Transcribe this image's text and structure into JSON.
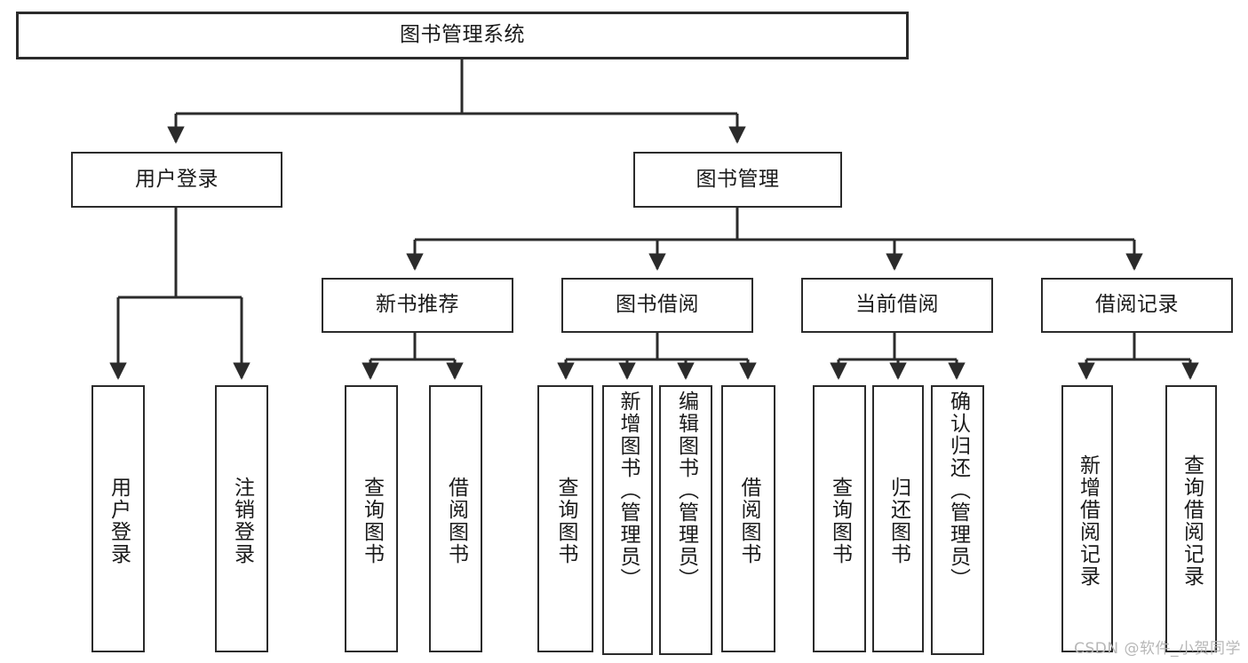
{
  "diagram": {
    "title_text": "图书管理系统",
    "type": "hierarchy-tree",
    "watermark": "CSDN @软件_小贺同学",
    "colors": {
      "box_border": "#2b2b2b",
      "box_fill": "#ffffff",
      "edge": "#2b2b2b",
      "text": "#1a1a1a",
      "watermark": "#b7b7b7",
      "background": "#ffffff"
    },
    "levels": {
      "root": "图书管理系统",
      "level2": [
        "用户登录",
        "图书管理"
      ],
      "level3": [
        "新书推荐",
        "图书借阅",
        "当前借阅",
        "借阅记录"
      ]
    },
    "nodes": {
      "root": {
        "label": "图书管理系统"
      },
      "user_login": {
        "label": "用户登录"
      },
      "book_manage": {
        "label": "图书管理"
      },
      "new_book_rec": {
        "label": "新书推荐"
      },
      "book_borrow": {
        "label": "图书借阅"
      },
      "current_borrow": {
        "label": "当前借阅"
      },
      "borrow_record": {
        "label": "借阅记录"
      }
    },
    "leaves": {
      "user_login": [
        {
          "label": "用户登录"
        },
        {
          "label": "注销登录"
        }
      ],
      "new_book_rec": [
        {
          "label": "查询图书"
        },
        {
          "label": "借阅图书"
        }
      ],
      "book_borrow": [
        {
          "label": "查询图书"
        },
        {
          "label": "新增图书（管理员）"
        },
        {
          "label": "编辑图书（管理员）"
        },
        {
          "label": "借阅图书"
        }
      ],
      "current_borrow": [
        {
          "label": "查询图书"
        },
        {
          "label": "归还图书"
        },
        {
          "label": "确认归还（管理员）"
        }
      ],
      "borrow_record": [
        {
          "label": "新增借阅记录"
        },
        {
          "label": "查询借阅记录"
        }
      ]
    }
  }
}
